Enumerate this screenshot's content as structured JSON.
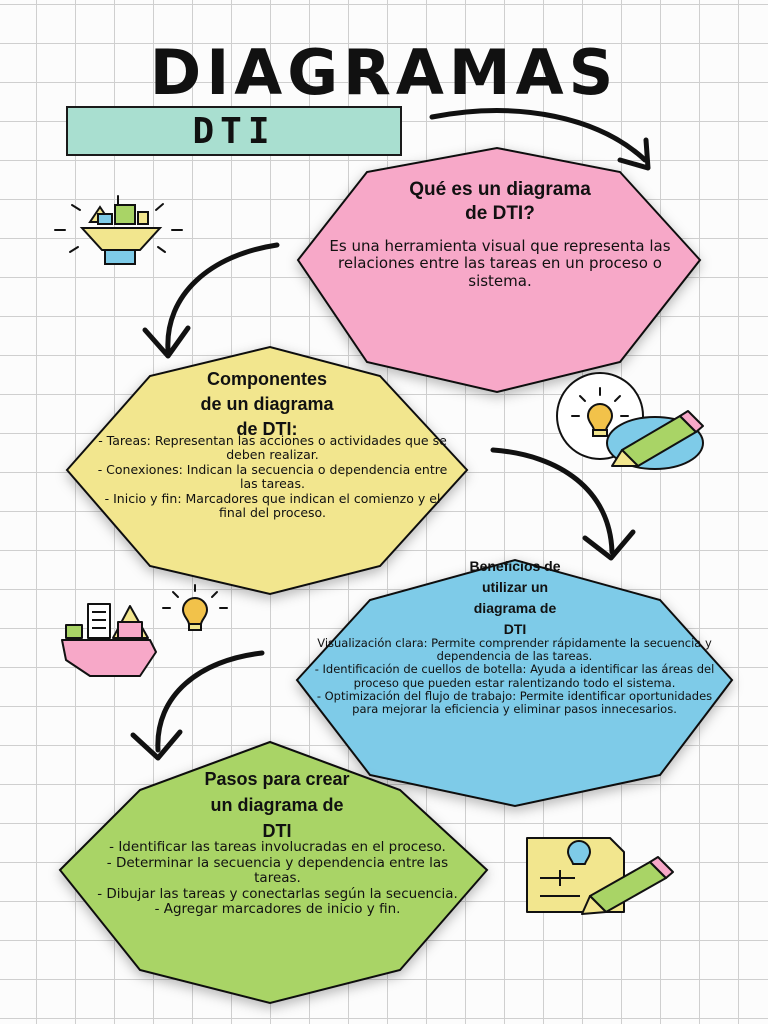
{
  "title": "DIAGRAMAS",
  "subtitle": "DTI",
  "sections": [
    {
      "title_lines": [
        "Qué es un diagrama",
        "de DTI?"
      ],
      "body": [
        "Es una herramienta visual que representa las relaciones entre las tareas en un proceso o sistema."
      ],
      "color": "#f7a8c8"
    },
    {
      "title_lines": [
        "Componentes",
        "de un diagrama",
        "de DTI:"
      ],
      "body": [
        "- Tareas: Representan las acciones o actividades que se deben realizar.",
        "- Conexiones: Indican la secuencia o dependencia entre las tareas.",
        "- Inicio y fin: Marcadores que indican el comienzo y el final del proceso."
      ],
      "color": "#f2e68e"
    },
    {
      "title_lines": [
        "Beneficios de",
        "utilizar un",
        "diagrama de",
        "DTI"
      ],
      "body": [
        "Visualización clara: Permite comprender rápidamente la secuencia y dependencia de las tareas.",
        "- Identificación de cuellos de botella: Ayuda a identificar las áreas del proceso que pueden estar ralentizando todo el sistema.",
        "- Optimización del flujo de trabajo: Permite identificar oportunidades para mejorar la eficiencia y eliminar pasos innecesarios."
      ],
      "color": "#7ecbe8"
    },
    {
      "title_lines": [
        "Pasos para crear",
        "un diagrama de",
        "DTI"
      ],
      "body": [
        "- Identificar las tareas involucradas en el proceso.",
        "- Determinar la secuencia y dependencia entre las tareas.",
        "- Dibujar las tareas y conectarlas según la secuencia.",
        "- Agregar marcadores de inicio y fin."
      ],
      "color": "#a9d466"
    }
  ],
  "icons": [
    "idea-hand-icon",
    "lightbulb-icon",
    "pencil-icon",
    "buildings-hand-icon",
    "lightbulb-icon",
    "idea-document-pencil-icon"
  ]
}
